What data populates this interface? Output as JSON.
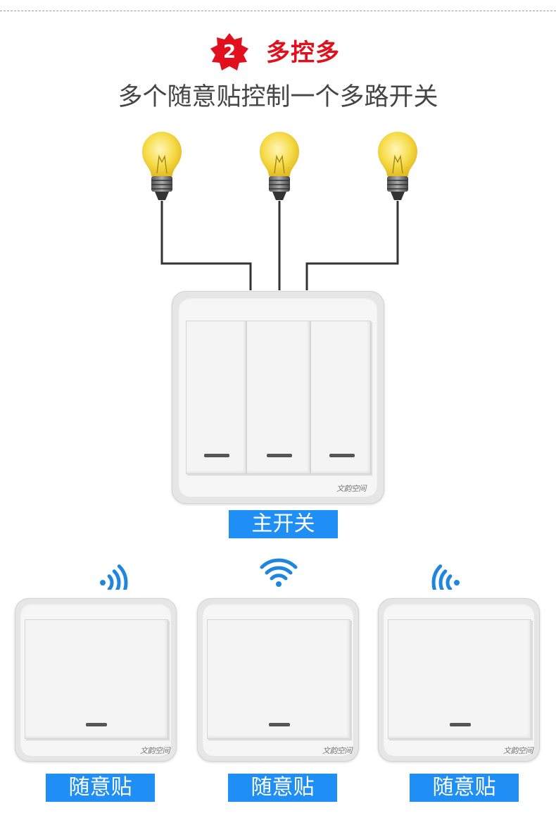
{
  "step_badge": "2",
  "title": "多控多",
  "subtitle": "多个随意贴控制一个多路开关",
  "bulbs": [
    "bulb",
    "bulb",
    "bulb"
  ],
  "main_switch": {
    "label": "主开关",
    "gang_count": 3,
    "logo_text": "文韵空间"
  },
  "remotes": [
    {
      "label": "随意贴",
      "logo_text": "文韵空间",
      "signal_icon": "wifi-signal-icon"
    },
    {
      "label": "随意贴",
      "logo_text": "文韵空间",
      "signal_icon": "wifi-signal-icon"
    },
    {
      "label": "随意贴",
      "logo_text": "文韵空间",
      "signal_icon": "wifi-signal-icon"
    }
  ],
  "colors": {
    "title_red": "#e0101d",
    "tag_blue": "#1f8ff5",
    "signal_blue": "#1f86e0",
    "bulb_yellow": "#f6dc4a",
    "wire": "#333333"
  }
}
